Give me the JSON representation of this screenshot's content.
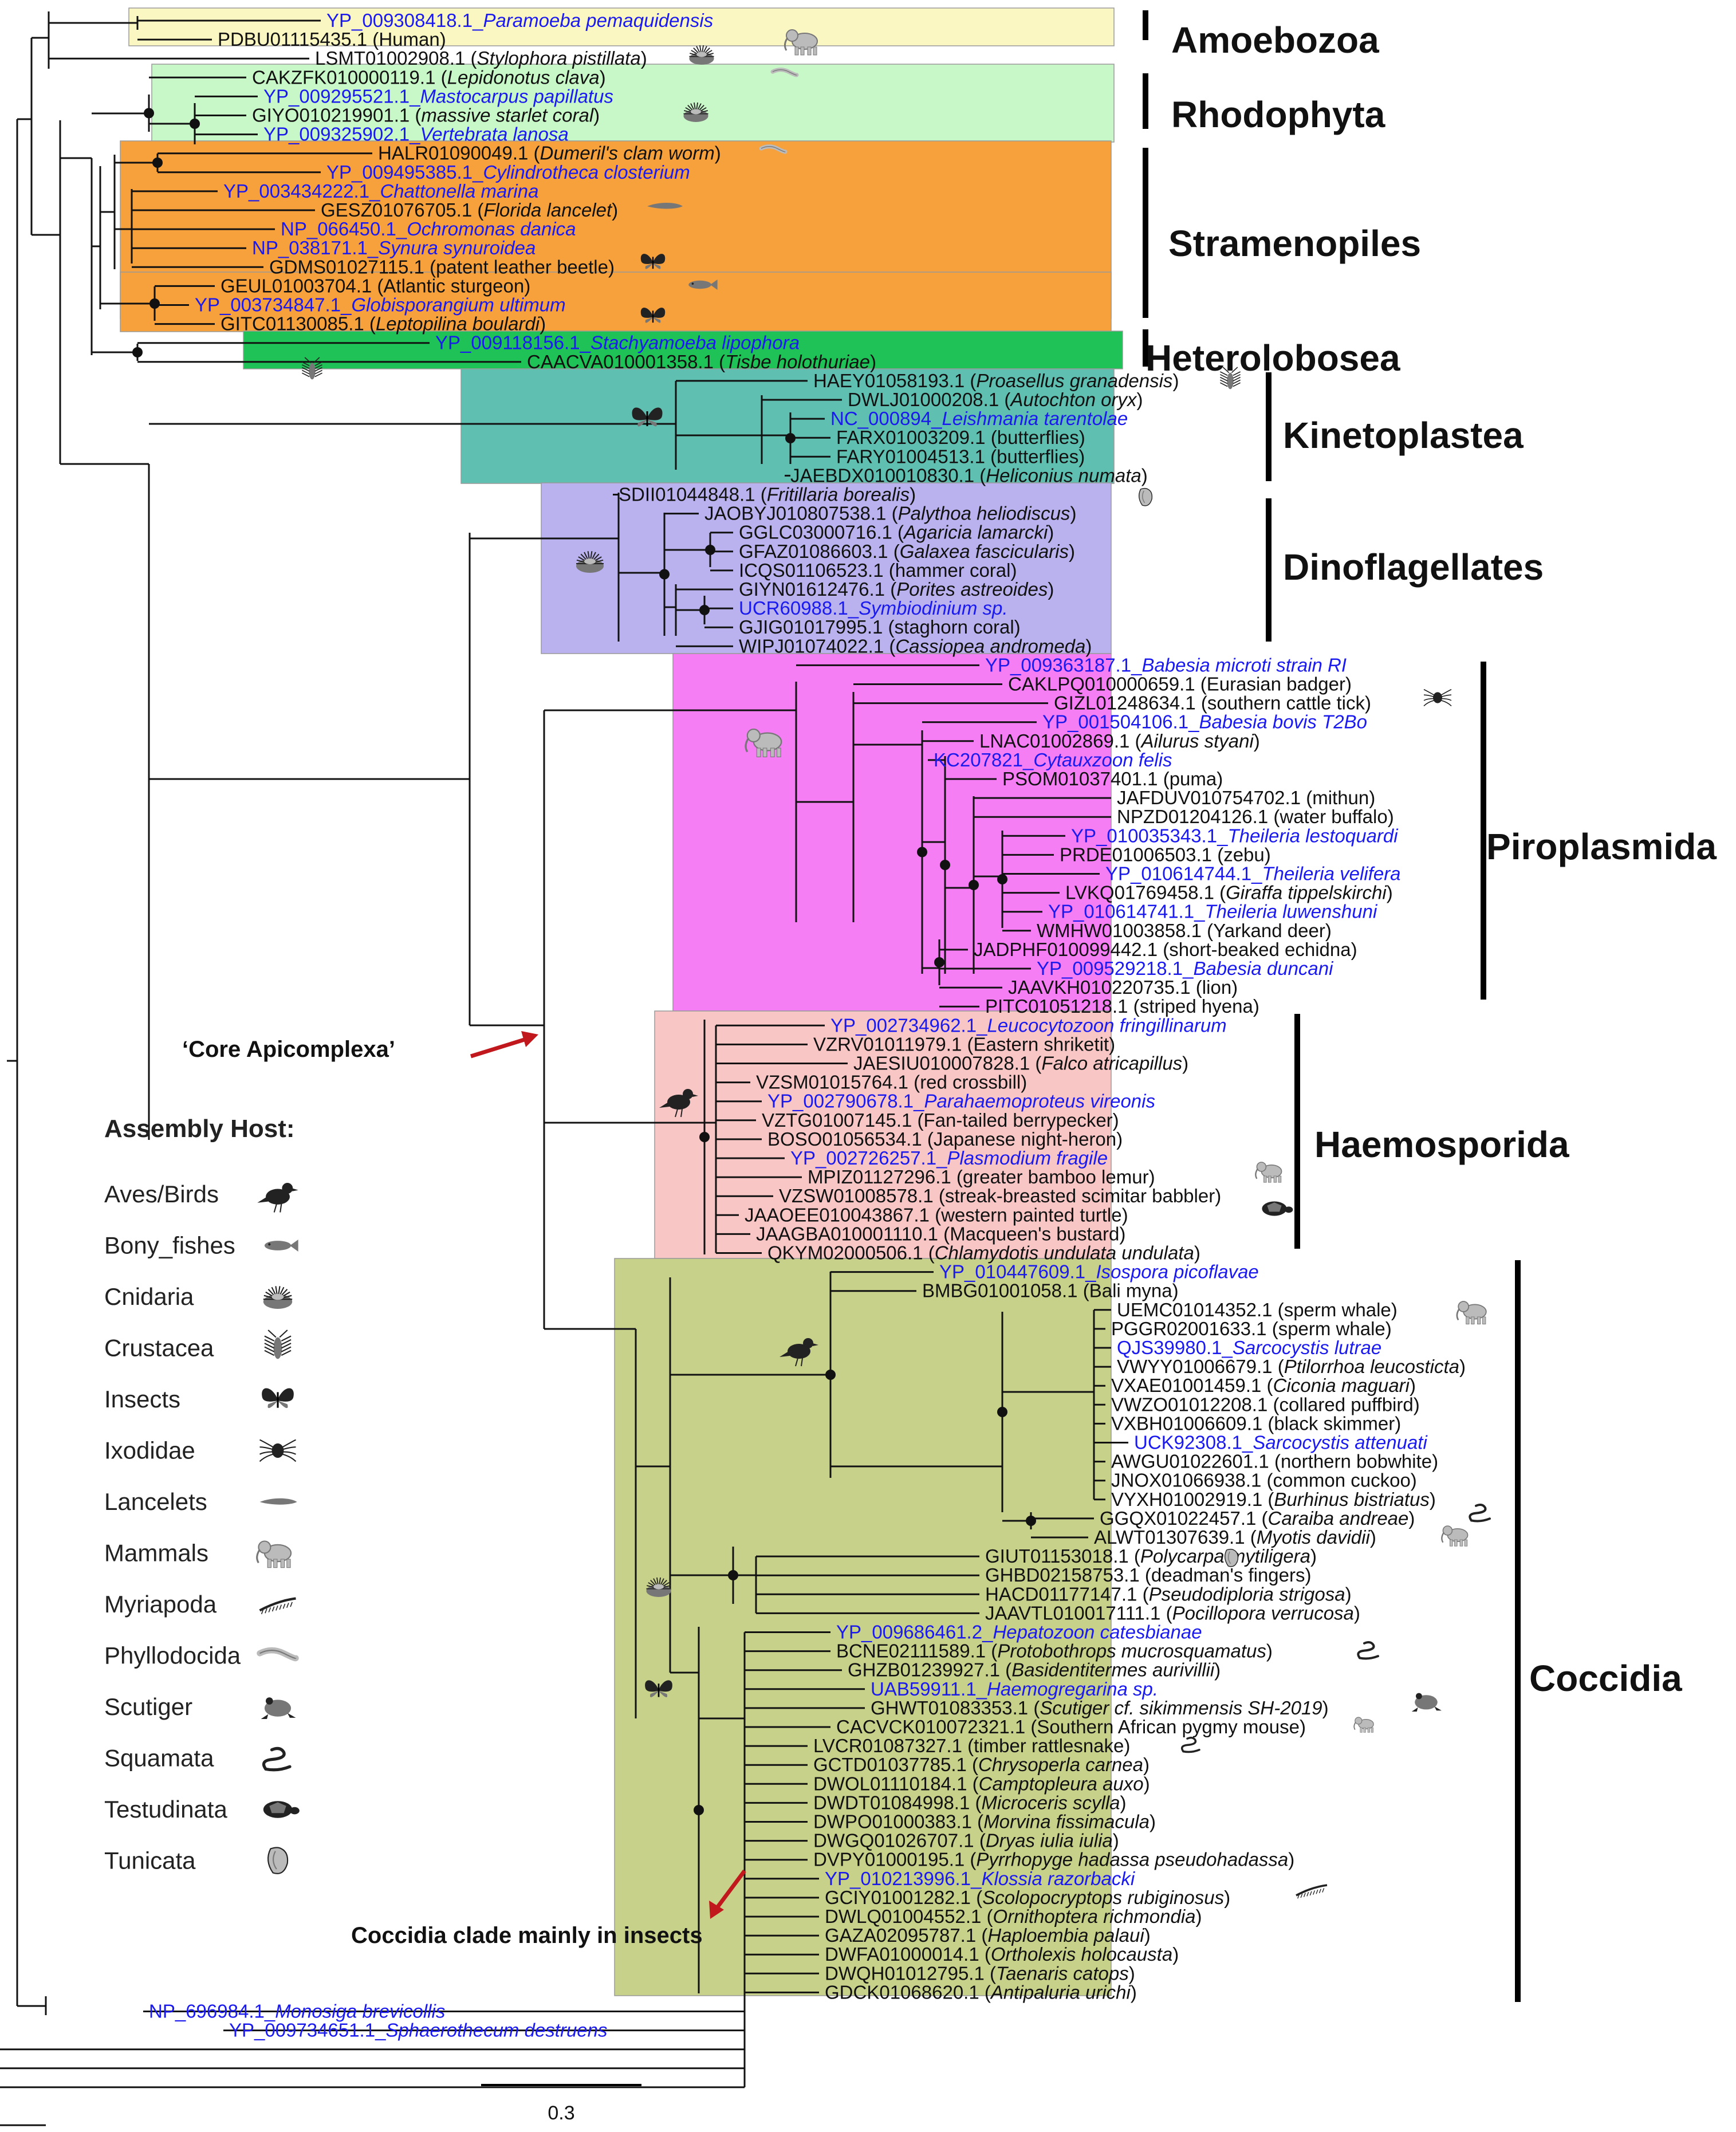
{
  "leaves": [
    {
      "acc": "YP_009308418.1_",
      "sp": "Paramoeba pemaquidensis",
      "host": "",
      "color": "blue"
    },
    {
      "acc": "PDBU01115435.1",
      "sp": "",
      "host": "Human",
      "color": "black"
    },
    {
      "acc": "LSMT01002908.1",
      "sp": "Stylophora pistillata",
      "host": "",
      "color": "black"
    },
    {
      "acc": "CAKZFK010000119.1",
      "sp": "Lepidonotus clava",
      "host": "",
      "color": "black"
    },
    {
      "acc": "YP_009295521.1_",
      "sp": "Mastocarpus papillatus",
      "host": "",
      "color": "blue"
    },
    {
      "acc": "GIYO010219901.1",
      "sp": "massive starlet coral",
      "host": "",
      "color": "black"
    },
    {
      "acc": "YP_009325902.1_",
      "sp": "Vertebrata lanosa",
      "host": "",
      "color": "blue"
    },
    {
      "acc": "HALR01090049.1",
      "sp": "Dumeril's clam worm",
      "host": "",
      "color": "black"
    },
    {
      "acc": "YP_009495385.1_",
      "sp": "Cylindrotheca closterium",
      "host": "",
      "color": "blue"
    },
    {
      "acc": "YP_003434222.1_",
      "sp": "Chattonella marina",
      "host": "",
      "color": "blue"
    },
    {
      "acc": "GESZ01076705.1",
      "sp": "Florida lancelet",
      "host": "",
      "color": "black"
    },
    {
      "acc": "NP_066450.1_",
      "sp": "Ochromonas danica",
      "host": "",
      "color": "blue"
    },
    {
      "acc": "NP_038171.1_",
      "sp": "Synura synuroidea",
      "host": "",
      "color": "blue"
    },
    {
      "acc": "GDMS01027115.1",
      "sp": "",
      "host": "patent leather beetle",
      "color": "black"
    },
    {
      "acc": "GEUL01003704.1",
      "sp": "",
      "host": "Atlantic sturgeon",
      "color": "black"
    },
    {
      "acc": "YP_003734847.1_",
      "sp": "Globisporangium ultimum",
      "host": "",
      "color": "blue"
    },
    {
      "acc": "GITC01130085.1",
      "sp": "Leptopilina boulardi",
      "host": "",
      "color": "black"
    },
    {
      "acc": "YP_009118156.1_",
      "sp": "Stachyamoeba lipophora",
      "host": "",
      "color": "blue"
    },
    {
      "acc": "CAACVA010001358.1",
      "sp": "Tisbe holothuriae",
      "host": "",
      "color": "black"
    },
    {
      "acc": "HAEY01058193.1",
      "sp": "Proasellus granadensis",
      "host": "",
      "color": "black"
    },
    {
      "acc": "DWLJ01000208.1",
      "sp": "Autochton oryx",
      "host": "",
      "color": "black"
    },
    {
      "acc": "NC_000894_",
      "sp": "Leishmania tarentolae",
      "host": "",
      "color": "blue"
    },
    {
      "acc": "FARX01003209.1",
      "sp": "",
      "host": "butterflies",
      "color": "black"
    },
    {
      "acc": "FARY01004513.1",
      "sp": "",
      "host": "butterflies",
      "color": "black"
    },
    {
      "acc": "JAEBDX010010830.1",
      "sp": "Heliconius numata",
      "host": "",
      "color": "black"
    },
    {
      "acc": "SDII01044848.1",
      "sp": "Fritillaria borealis",
      "host": "",
      "color": "black"
    },
    {
      "acc": "JAOBYJ010807538.1",
      "sp": "Palythoa heliodiscus",
      "host": "",
      "color": "black"
    },
    {
      "acc": "GGLC03000716.1",
      "sp": "Agaricia lamarcki",
      "host": "",
      "color": "black"
    },
    {
      "acc": "GFAZ01086603.1",
      "sp": "Galaxea fascicularis",
      "host": "",
      "color": "black"
    },
    {
      "acc": "ICQS01106523.1",
      "sp": "",
      "host": "hammer coral",
      "color": "black"
    },
    {
      "acc": "GIYN01612476.1",
      "sp": "Porites astreoides",
      "host": "",
      "color": "black"
    },
    {
      "acc": "UCR60988.1_",
      "sp": "Symbiodinium sp.",
      "host": "",
      "color": "blue"
    },
    {
      "acc": "GJIG01017995.1",
      "sp": "",
      "host": "staghorn coral",
      "color": "black"
    },
    {
      "acc": "WIPJ01074022.1",
      "sp": "Cassiopea andromeda",
      "host": "",
      "color": "black"
    },
    {
      "acc": "YP_009363187.1_",
      "sp": "Babesia microti strain RI",
      "host": "",
      "color": "blue"
    },
    {
      "acc": "CAKLPQ010000659.1",
      "sp": "",
      "host": "Eurasian badger",
      "color": "black"
    },
    {
      "acc": "GIZL01248634.1",
      "sp": "",
      "host": "southern cattle tick",
      "color": "black"
    },
    {
      "acc": "YP_001504106.1_",
      "sp": "Babesia bovis T2Bo",
      "host": "",
      "color": "blue"
    },
    {
      "acc": "LNAC01002869.1",
      "sp": "Ailurus styani",
      "host": "",
      "color": "black"
    },
    {
      "acc": "KC207821_",
      "sp": "Cytauxzoon felis",
      "host": "",
      "color": "blue"
    },
    {
      "acc": "PSOM01037401.1",
      "sp": "",
      "host": "puma",
      "color": "black"
    },
    {
      "acc": "JAFDUV010754702.1",
      "sp": "",
      "host": "mithun",
      "color": "black"
    },
    {
      "acc": "NPZD01204126.1",
      "sp": "",
      "host": "water buffalo",
      "color": "black"
    },
    {
      "acc": "YP_010035343.1_",
      "sp": "Theileria lestoquardi",
      "host": "",
      "color": "blue"
    },
    {
      "acc": "PRDE01006503.1",
      "sp": "",
      "host": "zebu",
      "color": "black"
    },
    {
      "acc": "YP_010614744.1_",
      "sp": "Theileria velifera",
      "host": "",
      "color": "blue"
    },
    {
      "acc": "LVKQ01769458.1",
      "sp": "Giraffa tippelskirchi",
      "host": "",
      "color": "black"
    },
    {
      "acc": "YP_010614741.1_",
      "sp": "Theileria luwenshuni",
      "host": "",
      "color": "blue"
    },
    {
      "acc": "WMHW01003858.1",
      "sp": "",
      "host": "Yarkand deer",
      "color": "black"
    },
    {
      "acc": "JADPHF010099442.1",
      "sp": "",
      "host": "short-beaked echidna",
      "color": "black"
    },
    {
      "acc": "YP_009529218.1_",
      "sp": "Babesia duncani",
      "host": "",
      "color": "blue"
    },
    {
      "acc": "JAAVKH010220735.1",
      "sp": "",
      "host": "lion",
      "color": "black"
    },
    {
      "acc": "PITC01051218.1",
      "sp": "",
      "host": "striped hyena",
      "color": "black"
    },
    {
      "acc": "YP_002734962.1_",
      "sp": "Leucocytozoon fringillinarum",
      "host": "",
      "color": "blue"
    },
    {
      "acc": "VZRV01011979.1",
      "sp": "",
      "host": "Eastern shriketit",
      "color": "black"
    },
    {
      "acc": "JAESIU010007828.1",
      "sp": "Falco atricapillus",
      "host": "",
      "color": "black"
    },
    {
      "acc": "VZSM01015764.1",
      "sp": "",
      "host": "red crossbill",
      "color": "black"
    },
    {
      "acc": "YP_002790678.1_",
      "sp": "Parahaemoproteus vireonis",
      "host": "",
      "color": "blue"
    },
    {
      "acc": "VZTG01007145.1",
      "sp": "",
      "host": "Fan-tailed berrypecker",
      "color": "black"
    },
    {
      "acc": "BOSO01056534.1",
      "sp": "",
      "host": "Japanese night-heron",
      "color": "black"
    },
    {
      "acc": "YP_002726257.1_",
      "sp": "Plasmodium fragile",
      "host": "",
      "color": "blue"
    },
    {
      "acc": "MPIZ01127296.1",
      "sp": "",
      "host": "greater bamboo lemur",
      "color": "black"
    },
    {
      "acc": "VZSW01008578.1",
      "sp": "",
      "host": "streak-breasted scimitar babbler",
      "color": "black"
    },
    {
      "acc": "JAAOEE010043867.1",
      "sp": "",
      "host": "western painted turtle",
      "color": "black"
    },
    {
      "acc": "JAAGBA010001110.1",
      "sp": "",
      "host": "Macqueen's bustard",
      "color": "black"
    },
    {
      "acc": "QKYM02000506.1",
      "sp": "Chlamydotis undulata undulata",
      "host": "",
      "color": "black"
    },
    {
      "acc": "YP_010447609.1_",
      "sp": "Isospora picoflavae",
      "host": "",
      "color": "blue"
    },
    {
      "acc": "BMBG01001058.1",
      "sp": "",
      "host": "Bali myna",
      "color": "black"
    },
    {
      "acc": "UEMC01014352.1",
      "sp": "",
      "host": "sperm whale",
      "color": "black"
    },
    {
      "acc": "PGGR02001633.1",
      "sp": "",
      "host": "sperm whale",
      "color": "black"
    },
    {
      "acc": "QJS39980.1_",
      "sp": "Sarcocystis lutrae",
      "host": "",
      "color": "blue"
    },
    {
      "acc": "VWYY01006679.1",
      "sp": "Ptilorrhoa leucosticta",
      "host": "",
      "color": "black"
    },
    {
      "acc": "VXAE01001459.1",
      "sp": "Ciconia maguari",
      "host": "",
      "color": "black"
    },
    {
      "acc": "VWZO01012208.1",
      "sp": "",
      "host": "collared puffbird",
      "color": "black"
    },
    {
      "acc": "VXBH01006609.1",
      "sp": "",
      "host": "black skimmer",
      "color": "black"
    },
    {
      "acc": "UCK92308.1_",
      "sp": "Sarcocystis attenuati",
      "host": "",
      "color": "blue"
    },
    {
      "acc": "AWGU01022601.1",
      "sp": "",
      "host": "northern bobwhite",
      "color": "black"
    },
    {
      "acc": "JNOX01066938.1",
      "sp": "",
      "host": "common cuckoo",
      "color": "black"
    },
    {
      "acc": "VYXH01002919.1",
      "sp": "Burhinus bistriatus",
      "host": "",
      "color": "black"
    },
    {
      "acc": "GGQX01022457.1",
      "sp": "Caraiba andreae",
      "host": "",
      "color": "black"
    },
    {
      "acc": "ALWT01307639.1",
      "sp": "Myotis davidii",
      "host": "",
      "color": "black"
    },
    {
      "acc": "GIUT01153018.1",
      "sp": "Polycarpa mytiligera",
      "host": "",
      "color": "black"
    },
    {
      "acc": "GHBD02158753.1",
      "sp": "",
      "host": "deadman's fingers",
      "color": "black"
    },
    {
      "acc": "HACD01177147.1",
      "sp": "Pseudodiploria strigosa",
      "host": "",
      "color": "black"
    },
    {
      "acc": "JAAVTL010017111.1",
      "sp": "Pocillopora verrucosa",
      "host": "",
      "color": "black"
    },
    {
      "acc": "YP_009686461.2_",
      "sp": "Hepatozoon catesbianae",
      "host": "",
      "color": "blue"
    },
    {
      "acc": "BCNE02111589.1",
      "sp": "Protobothrops mucrosquamatus",
      "host": "",
      "color": "black"
    },
    {
      "acc": "GHZB01239927.1",
      "sp": "Basidentitermes aurivillii",
      "host": "",
      "color": "black"
    },
    {
      "acc": "UAB59911.1_",
      "sp": "Haemogregarina sp.",
      "host": "",
      "color": "blue"
    },
    {
      "acc": "GHWT01083353.1",
      "sp": "Scutiger cf. sikimmensis SH-2019",
      "host": "",
      "color": "black"
    },
    {
      "acc": "CACVCK010072321.1",
      "sp": "",
      "host": "Southern African pygmy mouse",
      "color": "black"
    },
    {
      "acc": "LVCR01087327.1",
      "sp": "",
      "host": "timber rattlesnake",
      "color": "black"
    },
    {
      "acc": "GCTD01037785.1",
      "sp": "Chrysoperla carnea",
      "host": "",
      "color": "black"
    },
    {
      "acc": "DWOL01110184.1",
      "sp": "Camptopleura auxo",
      "host": "",
      "color": "black"
    },
    {
      "acc": "DWDT01084998.1",
      "sp": "Microceris scylla",
      "host": "",
      "color": "black"
    },
    {
      "acc": "DWPO01000383.1",
      "sp": "Morvina fissimacula",
      "host": "",
      "color": "black"
    },
    {
      "acc": "DWGQ01026707.1",
      "sp": "Dryas iulia iulia",
      "host": "",
      "color": "black"
    },
    {
      "acc": "DVPY01000195.1",
      "sp": "Pyrrhopyge hadassa pseudohadassa",
      "host": "",
      "color": "black"
    },
    {
      "acc": "YP_010213996.1_",
      "sp": "Klossia razorbacki",
      "host": "",
      "color": "blue"
    },
    {
      "acc": "GCIY01001282.1",
      "sp": "Scolopocryptops rubiginosus",
      "host": "",
      "color": "black"
    },
    {
      "acc": "DWLQ01004552.1",
      "sp": "Ornithoptera richmondia",
      "host": "",
      "color": "black"
    },
    {
      "acc": "GAZA02095787.1",
      "sp": "Haploembia palaui",
      "host": "",
      "color": "black"
    },
    {
      "acc": "DWFA01000014.1",
      "sp": "Ortholexis holocausta",
      "host": "",
      "color": "black"
    },
    {
      "acc": "DWQH01012795.1",
      "sp": "Taenaris catops",
      "host": "",
      "color": "black"
    },
    {
      "acc": "GDCK01068620.1",
      "sp": "Antipaluria urichi",
      "host": "",
      "color": "black"
    },
    {
      "acc": "NP_696984.1_",
      "sp": "Monosiga brevicollis",
      "host": "",
      "color": "blue"
    },
    {
      "acc": "YP_009734651.1_",
      "sp": "Sphaerothecum destruens",
      "host": "",
      "color": "blue"
    }
  ],
  "clades": [
    {
      "name": "Amoebozoa",
      "color": "#fbf7c2"
    },
    {
      "name": "Rhodophyta",
      "color": "#c8f7c8"
    },
    {
      "name": "Stramenopiles",
      "color": "#f7a13c"
    },
    {
      "name": "Heterolobosea",
      "color": "#1fc256"
    },
    {
      "name": "Kinetoplastea",
      "color": "#5fbfb0"
    },
    {
      "name": "Dinoflagellates",
      "color": "#b9b2ee"
    },
    {
      "name": "Piroplasmida",
      "color": "#f57ef5"
    },
    {
      "name": "Haemosporida",
      "color": "#f9c6c6"
    },
    {
      "name": "Coccidia",
      "color": "#c8d18a"
    }
  ],
  "annotations": {
    "core_apicomplexa": "‘Core Apicomplexa’",
    "coccidia_insects": "Coccidia clade mainly in insects"
  },
  "legend": {
    "title": "Assembly Host:",
    "items": [
      {
        "label": "Aves/Birds",
        "icon": "bird-icon"
      },
      {
        "label": "Bony_fishes",
        "icon": "fish-icon"
      },
      {
        "label": "Cnidaria",
        "icon": "coral-icon"
      },
      {
        "label": "Crustacea",
        "icon": "crustacean-icon"
      },
      {
        "label": "Insects",
        "icon": "butterfly-icon"
      },
      {
        "label": "Ixodidae",
        "icon": "tick-icon"
      },
      {
        "label": "Lancelets",
        "icon": "lancelet-icon"
      },
      {
        "label": "Mammals",
        "icon": "mammal-icon"
      },
      {
        "label": "Myriapoda",
        "icon": "centipede-icon"
      },
      {
        "label": "Phyllodocida",
        "icon": "worm-icon"
      },
      {
        "label": "Scutiger",
        "icon": "frog-icon"
      },
      {
        "label": "Squamata",
        "icon": "snake-icon"
      },
      {
        "label": "Testudinata",
        "icon": "turtle-icon"
      },
      {
        "label": "Tunicata",
        "icon": "tunicate-icon"
      }
    ]
  },
  "scale_bar": {
    "label": "0.3"
  },
  "colors": {
    "blue": "#1a1aee",
    "black": "#111111",
    "arrow": "#c0181c",
    "branch": "#111111"
  }
}
